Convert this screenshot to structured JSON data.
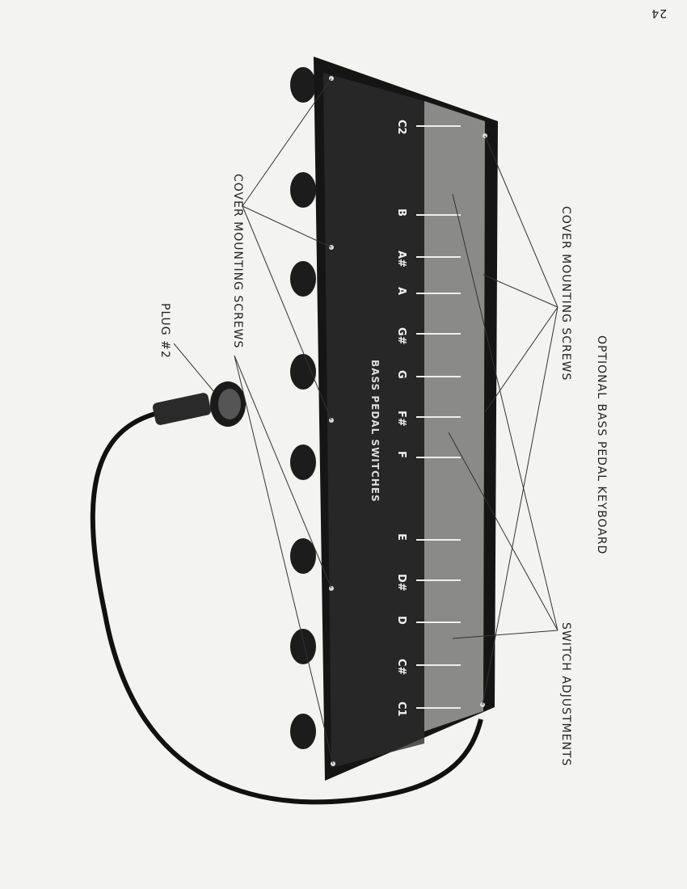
{
  "page_number": "24",
  "title": "OPTIONAL BASS PEDAL KEYBOARD",
  "callouts": {
    "cover_screws_right": "COVER MOUNTING SCREWS",
    "switch_adjustments": "SWITCH ADJUSTMENTS",
    "cover_screws_left": "COVER MOUNTING SCREWS",
    "plug": "PLUG #2"
  },
  "board_label": "BASS PEDAL SWITCHES",
  "notes": [
    "C2",
    "B",
    "A#",
    "A",
    "G#",
    "G",
    "F#",
    "F",
    "E",
    "D#",
    "D",
    "C#",
    "C1"
  ]
}
